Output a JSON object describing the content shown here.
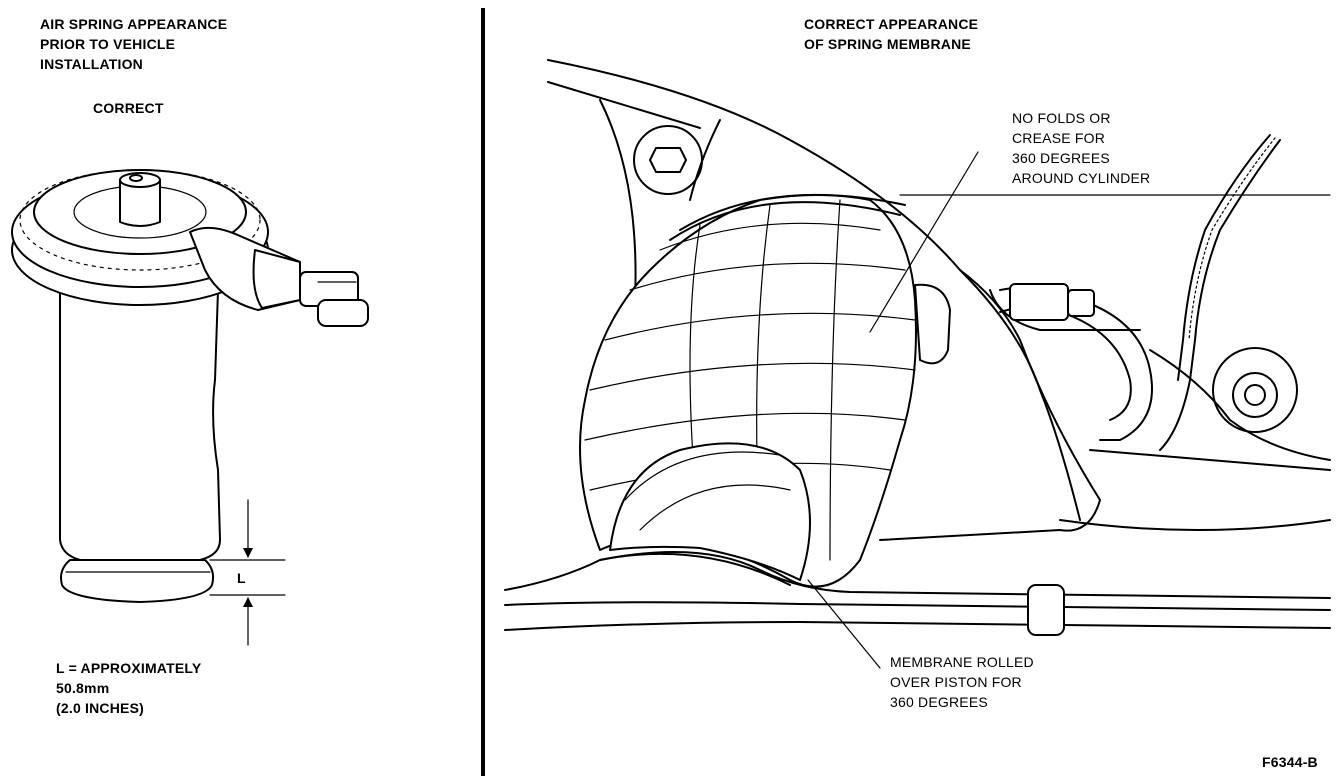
{
  "left_panel": {
    "title_lines": [
      "AIR SPRING APPEARANCE",
      "PRIOR TO VEHICLE",
      "INSTALLATION"
    ],
    "correct_label": "CORRECT",
    "dimension_letter": "L",
    "note_lines": [
      "L = APPROXIMATELY",
      "50.8mm",
      "(2.0 INCHES)"
    ]
  },
  "right_panel": {
    "title_lines": [
      "CORRECT APPEARANCE",
      "OF SPRING MEMBRANE"
    ],
    "callout_top_lines": [
      "NO FOLDS OR",
      "CREASE FOR",
      "360 DEGREES",
      "AROUND CYLINDER"
    ],
    "callout_bottom_lines": [
      "MEMBRANE ROLLED",
      "OVER PISTON FOR",
      "360 DEGREES"
    ]
  },
  "figure_id": "F6344-B"
}
